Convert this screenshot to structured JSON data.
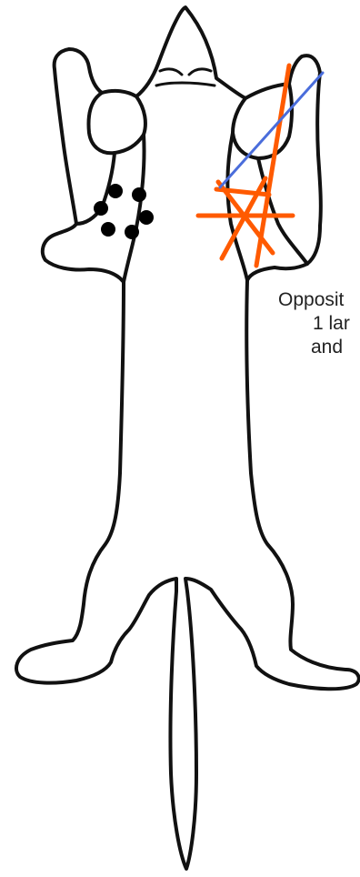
{
  "annotation": {
    "lines": [
      "Opposit",
      "1 lar",
      "and"
    ]
  },
  "markers": {
    "injection_dots": {
      "count": 6,
      "color": "#000000"
    },
    "orange_lines": {
      "count": 5,
      "color": "#ff5a00"
    },
    "blue_line": {
      "count": 1,
      "color": "#4a6ddb"
    }
  },
  "colors": {
    "outline": "#111111",
    "background": "#ffffff"
  }
}
